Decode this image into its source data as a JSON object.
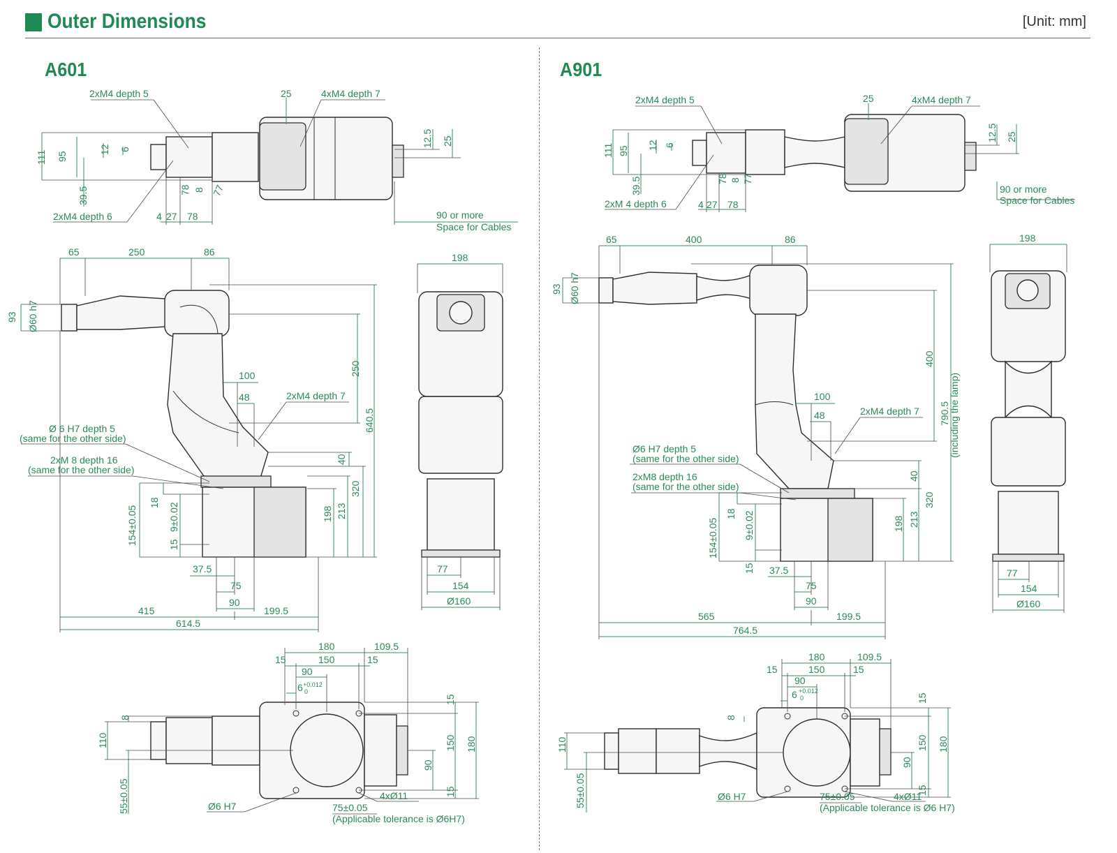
{
  "page": {
    "title": "Outer Dimensions",
    "unit": "[Unit: mm]"
  },
  "models": [
    {
      "name": "A601",
      "top_view": {
        "notes": [
          "2xM4 depth 5",
          "4xM4 depth 7",
          "2xM4 depth 6",
          "90 or more",
          "Space for Cables"
        ],
        "dims": [
          "25",
          "111",
          "95",
          "12",
          "6",
          "12.5",
          "25",
          "39.5",
          "78",
          "8",
          "77",
          "4",
          "27",
          "78"
        ]
      },
      "side_view": {
        "notes": [
          "Ø60 h7",
          "2xM4 depth 7",
          "Ø 6 H7 depth 5",
          "(same for the other side)",
          "2xM 8 depth 16",
          "(same for the other side)"
        ],
        "dims": [
          "65",
          "250",
          "86",
          "93",
          "250",
          "100",
          "48",
          "640.5",
          "40",
          "320",
          "18",
          "154±0.05",
          "9±0.02",
          "15",
          "198",
          "213",
          "37.5",
          "75",
          "90",
          "415",
          "199.5",
          "614.5"
        ]
      },
      "front_view": {
        "dims": [
          "198",
          "77",
          "154",
          "Ø160"
        ]
      },
      "base_view": {
        "notes": [
          "Ø6 H7",
          "4xØ11",
          "75±0.05",
          "(Applicable tolerance is Ø6H7)"
        ],
        "dims": [
          "180",
          "109.5",
          "15",
          "150",
          "15",
          "90",
          "6",
          "+0.012",
          "0",
          "8",
          "110",
          "55±0.05",
          "15",
          "150",
          "180",
          "90",
          "15"
        ]
      }
    },
    {
      "name": "A901",
      "top_view": {
        "notes": [
          "2xM4 depth 5",
          "4xM4 depth 7",
          "2xM 4 depth 6",
          "90 or more",
          "Space for Cables"
        ],
        "dims": [
          "25",
          "111",
          "95",
          "12",
          "6",
          "12.5",
          "25",
          "39.5",
          "78",
          "8",
          "77",
          "4",
          "27",
          "78"
        ]
      },
      "side_view": {
        "notes": [
          "Ø60 h7",
          "2xM4 depth 7",
          "Ø6 H7 depth 5",
          "(same for the other side)",
          "2xM8 depth 16",
          "(same for the other side)",
          "(including the lamp)"
        ],
        "dims": [
          "65",
          "400",
          "86",
          "93",
          "400",
          "790.5",
          "100",
          "48",
          "40",
          "320",
          "18",
          "154±0.05",
          "9±0.02",
          "15",
          "198",
          "213",
          "37.5",
          "75",
          "90",
          "565",
          "199.5",
          "764.5"
        ]
      },
      "front_view": {
        "dims": [
          "198",
          "77",
          "154",
          "Ø160"
        ]
      },
      "base_view": {
        "notes": [
          "Ø6 H7",
          "4xØ11",
          "75±0.05",
          "(Applicable tolerance is Ø6 H7)"
        ],
        "dims": [
          "180",
          "109.5",
          "15",
          "150",
          "15",
          "90",
          "6",
          "+0.012",
          "0",
          "8",
          "110",
          "55±0.05",
          "15",
          "150",
          "180",
          "90",
          "15"
        ]
      }
    }
  ]
}
